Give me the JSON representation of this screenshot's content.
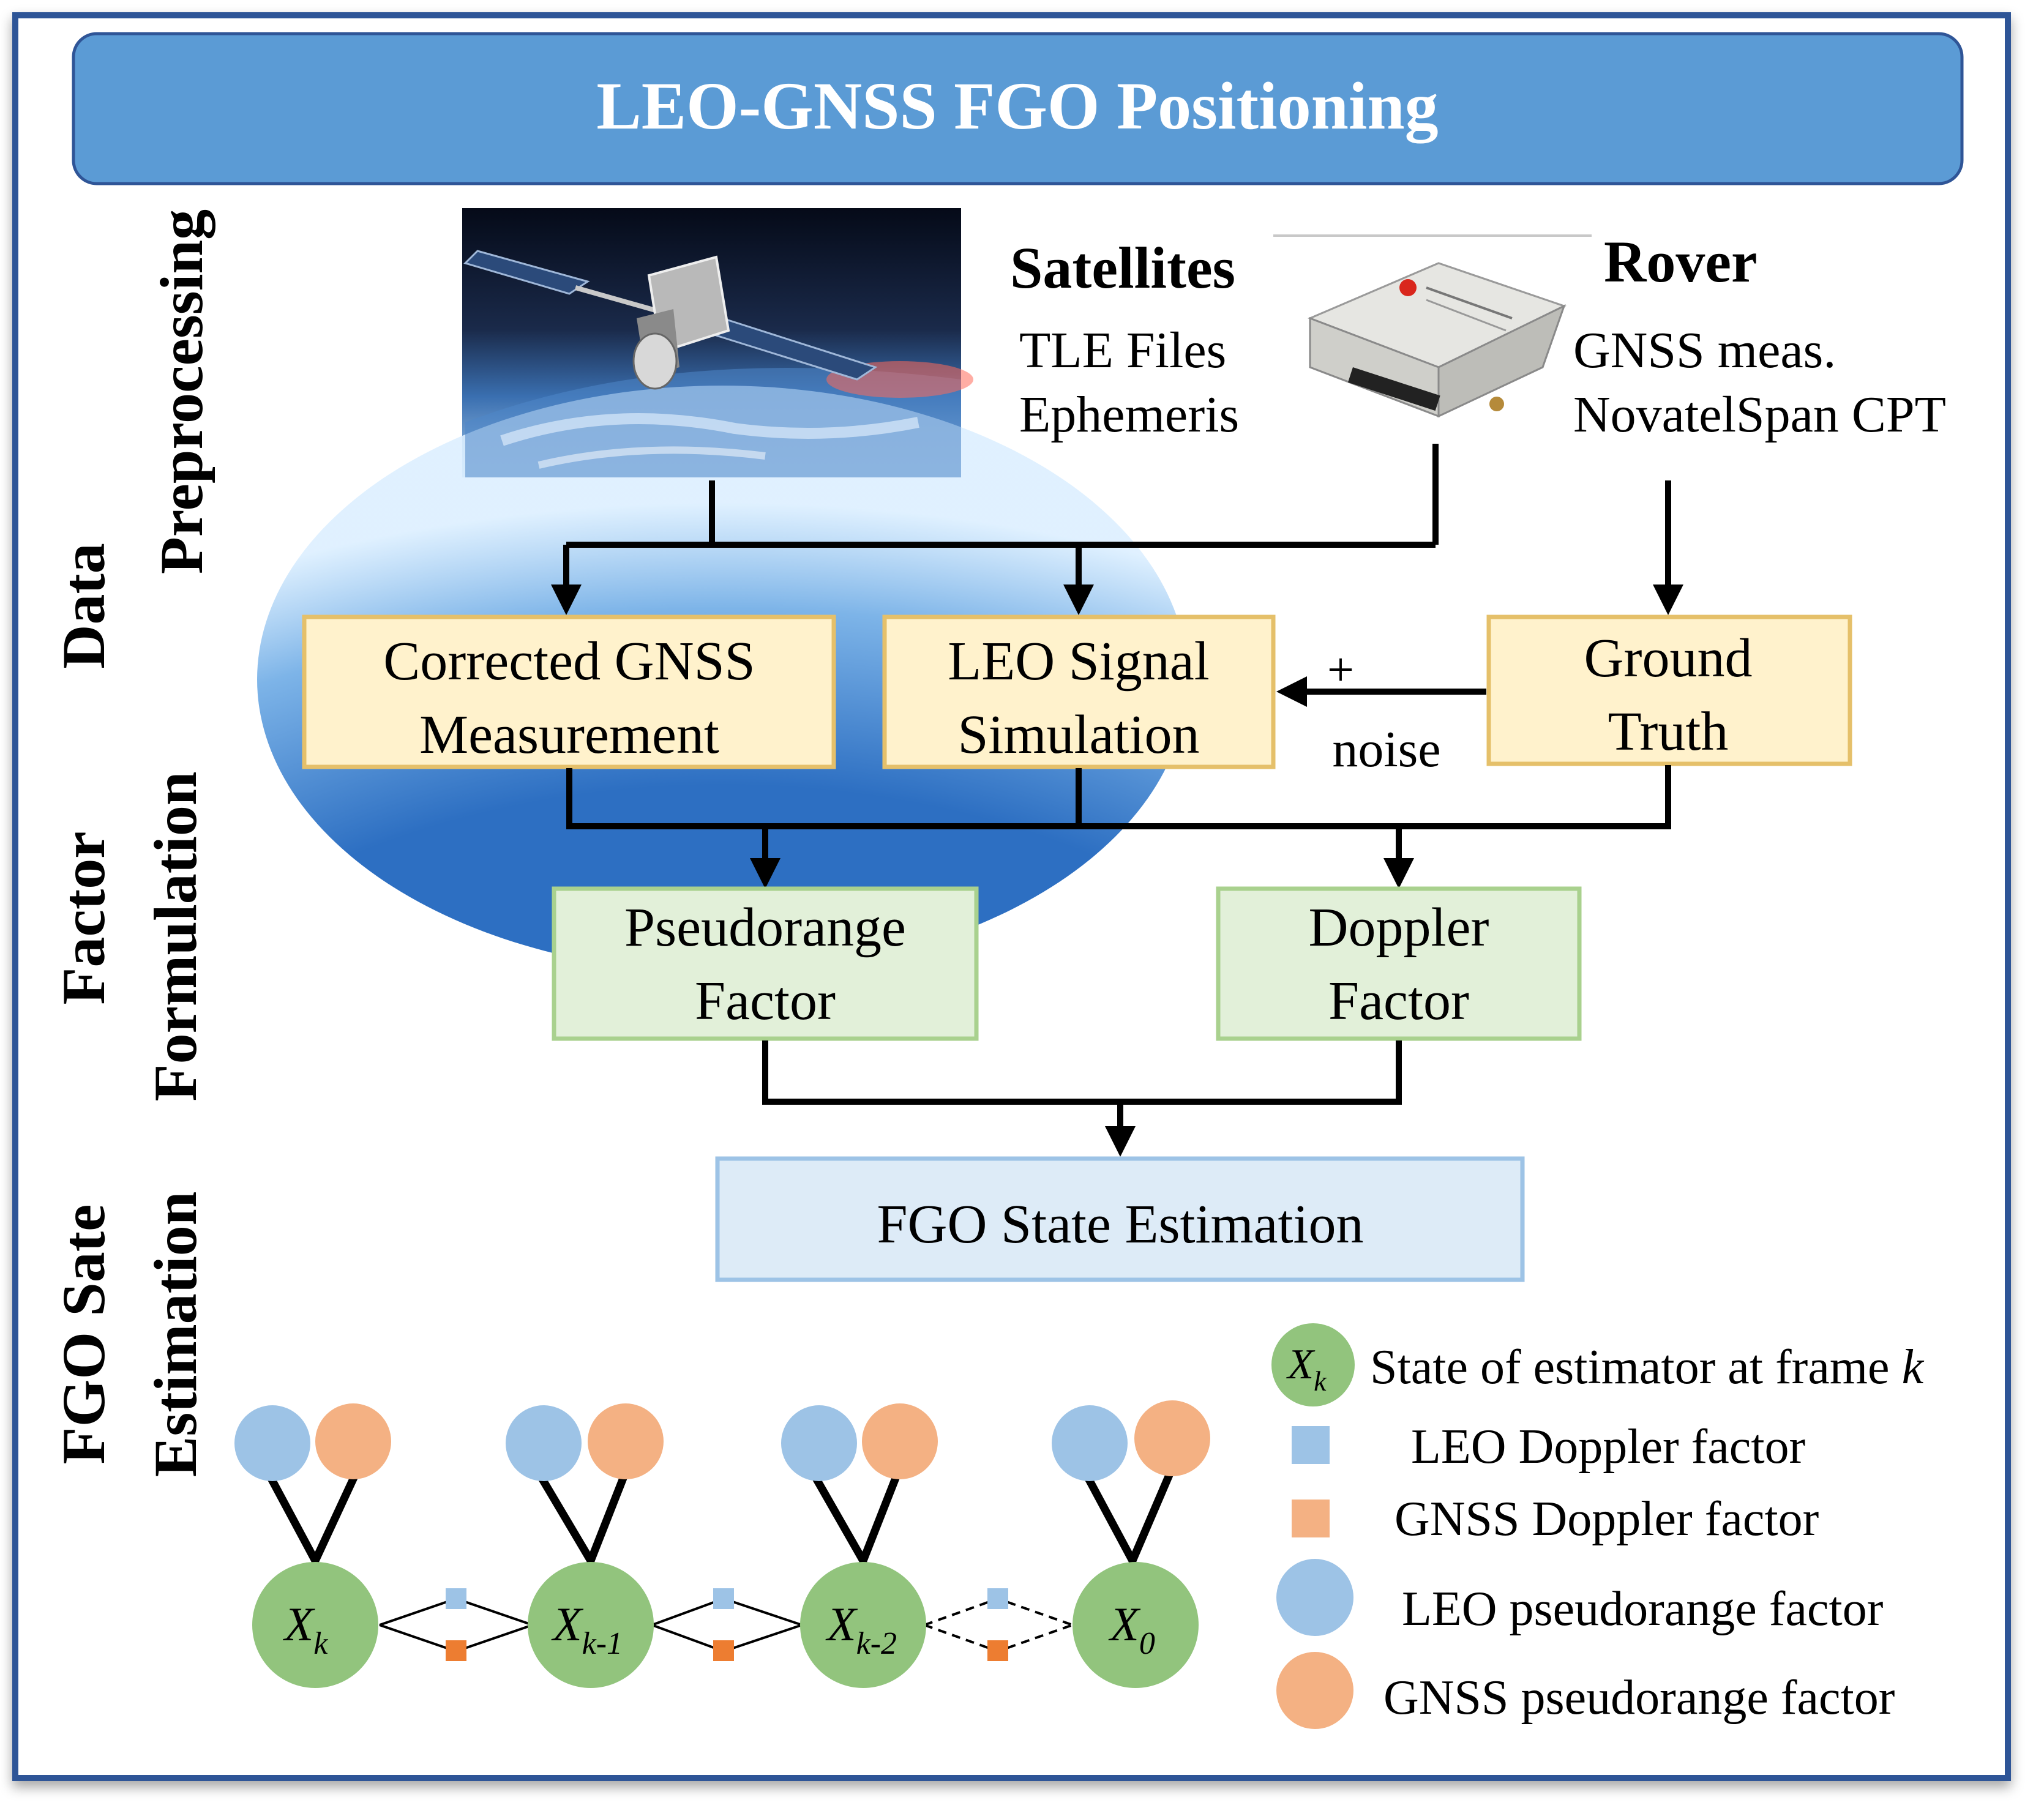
{
  "header": {
    "title": "LEO-GNSS FGO Positioning"
  },
  "section_labels": {
    "data_preprocessing": [
      "Data",
      "Preprocessing"
    ],
    "factor_formulation": [
      "Factor",
      "Formulation"
    ],
    "fgo_state_estimation": [
      "FGO Sate",
      "Estimation"
    ]
  },
  "satellites": {
    "title": "Satellites",
    "lines": [
      "TLE Files",
      "Ephemeris"
    ]
  },
  "rover": {
    "title": "Rover",
    "lines": [
      "GNSS meas.",
      "NovatelSpan CPT"
    ]
  },
  "boxes": {
    "corrected_gnss": [
      "Corrected GNSS",
      "Measurement"
    ],
    "leo_signal": [
      "LEO Signal",
      "Simulation"
    ],
    "ground_truth": [
      "Ground",
      "Truth"
    ],
    "pseudorange": [
      "Pseudorange",
      "Factor"
    ],
    "doppler": [
      "Doppler",
      "Factor"
    ],
    "fgo_state": "FGO State Estimation"
  },
  "noise_label": {
    "plus": "+",
    "text": "noise"
  },
  "graph_nodes": [
    {
      "base": "X",
      "sub": "k"
    },
    {
      "base": "X",
      "sub": "k-1"
    },
    {
      "base": "X",
      "sub": "k-2"
    },
    {
      "base": "X",
      "sub": "0"
    }
  ],
  "legend": {
    "state": {
      "symbol_base": "X",
      "symbol_sub": "k",
      "text": "State of estimator at frame ",
      "text_italic": "k"
    },
    "leo_doppler": "LEO Doppler factor",
    "gnss_doppler": "GNSS Doppler factor",
    "leo_pseudorange": "LEO pseudorange factor",
    "gnss_pseudorange": "GNSS pseudorange factor"
  },
  "colors": {
    "header_fill": "#5b9bd5",
    "frame_border": "#2f5597",
    "yellow_box_fill": "#fff2cc",
    "yellow_box_border": "#e5c06a",
    "green_box_fill": "#e2f0d9",
    "green_box_border": "#a9d18e",
    "blue_box_fill": "#ddebf7",
    "blue_box_border": "#9dc3e6",
    "state_node": "#92c47d",
    "leo_factor": "#9dc3e6",
    "gnss_factor": "#f4b183",
    "leo_doppler_square": "#9dc3e6",
    "gnss_doppler_square": "#ed7d31"
  },
  "icons": {
    "satellite": "satellite-photo-icon",
    "receiver": "gnss-receiver-icon"
  }
}
